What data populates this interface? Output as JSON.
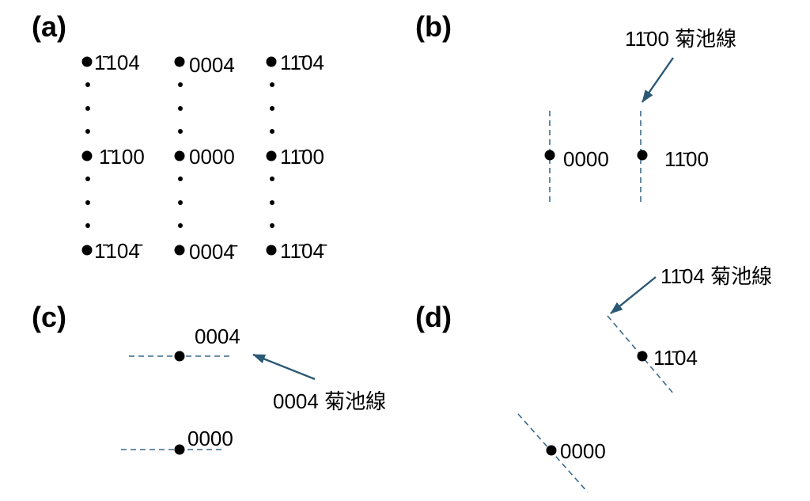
{
  "colors": {
    "spot": "#000000",
    "kikuchi_line": "#3a6a8c",
    "arrow": "#2b5875"
  },
  "panels": {
    "a": {
      "label": "(a)",
      "spots": {
        "top": [
          "1̄104",
          "0004",
          "11̄04"
        ],
        "middle": [
          "1̄100",
          "0000",
          "11̄00"
        ],
        "bottom": [
          "1̄104̄",
          "0004̄",
          "11̄04̄"
        ]
      }
    },
    "b": {
      "label": "(b)",
      "kikuchi_label": "11̄00 菊池線",
      "spots": [
        "0000",
        "11̄00"
      ]
    },
    "c": {
      "label": "(c)",
      "kikuchi_label": "0004 菊池線",
      "spots": [
        "0004",
        "0000"
      ]
    },
    "d": {
      "label": "(d)",
      "kikuchi_label": "11̄04 菊池線",
      "spots": [
        "11̄04",
        "0000"
      ]
    }
  }
}
